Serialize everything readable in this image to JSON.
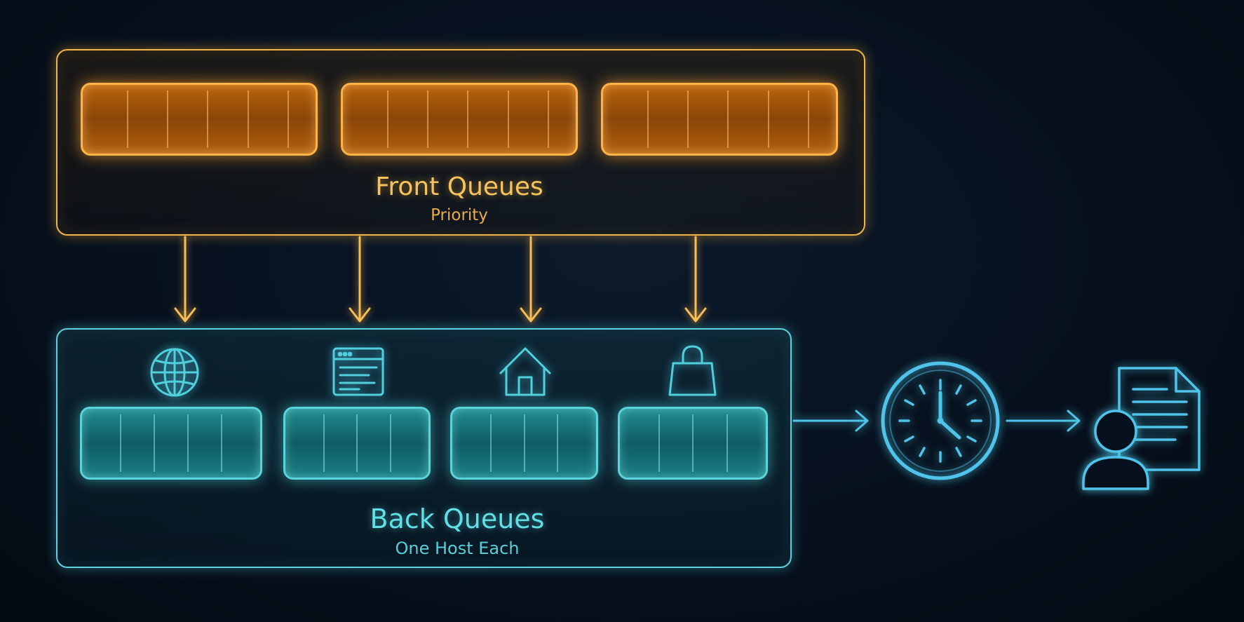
{
  "front": {
    "title": "Front Queues",
    "subtitle": "Priority",
    "queue_count": 3
  },
  "back": {
    "title": "Back Queues",
    "subtitle": "One Host Each",
    "queue_count": 4,
    "host_icons": [
      "globe-icon",
      "browser-window-icon",
      "house-icon",
      "shopping-bag-icon"
    ]
  },
  "pipeline_icons": [
    "clock-icon",
    "user-document-icon"
  ],
  "colors": {
    "front_accent": "#f2b54a",
    "back_accent": "#5fd2df",
    "background": "#07111e"
  }
}
